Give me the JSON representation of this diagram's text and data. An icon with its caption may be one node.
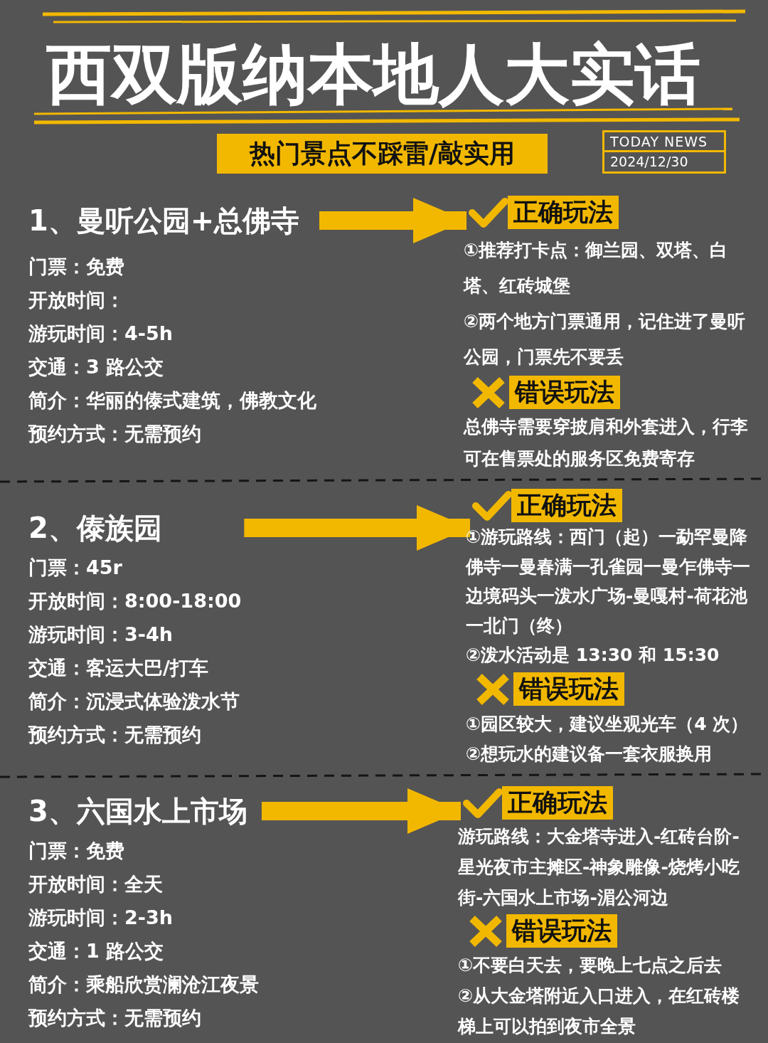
{
  "diagram": {
    "title": "西双版纳本地人大实话",
    "nodes": [
      {
        "text": [
          "热门景点不踩雷/敲实用"
        ]
      },
      {
        "text": [
          "TODAY NEWS",
          "2024/12/30"
        ]
      },
      {
        "text": [
          "1、曼听公园+总佛寺",
          "门票：免费",
          "开放时间：",
          "游玩时间：4-5h",
          "交通：3 路公交",
          "简介：华丽的傣式建筑，佛教文化",
          "预约方式：无需预约"
        ]
      },
      {
        "text": [
          "正确玩法"
        ],
        "beside": [
          "①推荐打卡点：御兰园、双塔、白塔、红砖城堡",
          "②两个地方门票通用，记住进了曼听公园，门票先不要丢"
        ]
      },
      {
        "text": [
          "错误玩法"
        ],
        "beside": [
          "总佛寺需要穿披肩和外套进入，行李可在售票处的服务区免费寄存"
        ]
      },
      {
        "text": [
          "2、傣族园",
          "门票：45r",
          "开放时间：8:00-18:00",
          "游玩时间：3-4h",
          "交通：客运大巴/打车",
          "简介：沉浸式体验泼水节",
          "预约方式：无需预约"
        ]
      },
      {
        "text": [
          "正确玩法"
        ],
        "beside": [
          "①游玩路线：西门（起）一勐罕曼降佛寺一曼春满一孔雀园一曼乍佛寺一边境码头一泼水广场-曼嘎村-荷花池一北门（终）",
          "②泼水活动是 13:30 和 15:30"
        ]
      },
      {
        "text": [
          "错误玩法"
        ],
        "beside": [
          "①园区较大，建议坐观光车（4 次）",
          "②想玩水的建议备一套衣服换用"
        ]
      },
      {
        "text": [
          "3、六国水上市场",
          "门票：免费",
          "开放时间：全天",
          "游玩时间：2-3h",
          "交通：1 路公交",
          "简介：乘船欣赏澜沧江夜景",
          "预约方式：无需预约"
        ]
      },
      {
        "text": [
          "正确玩法"
        ],
        "beside": [
          "游玩路线：大金塔寺进入-红砖台阶-星光夜市主摊区-神象雕像-烧烤小吃街-六国水上市场-湄公河边"
        ]
      },
      {
        "text": [
          "错误玩法"
        ],
        "beside": [
          "①不要白天去，要晚上七点之后去",
          "②从大金塔附近入口进入，在红砖楼梯上可以拍到夜市全景"
        ]
      }
    ],
    "edges": [
      {
        "from": 2,
        "to": 3,
        "arrow": "to"
      },
      {
        "from": 5,
        "to": 6,
        "arrow": "to"
      },
      {
        "from": 8,
        "to": 9,
        "arrow": "to"
      }
    ]
  }
}
